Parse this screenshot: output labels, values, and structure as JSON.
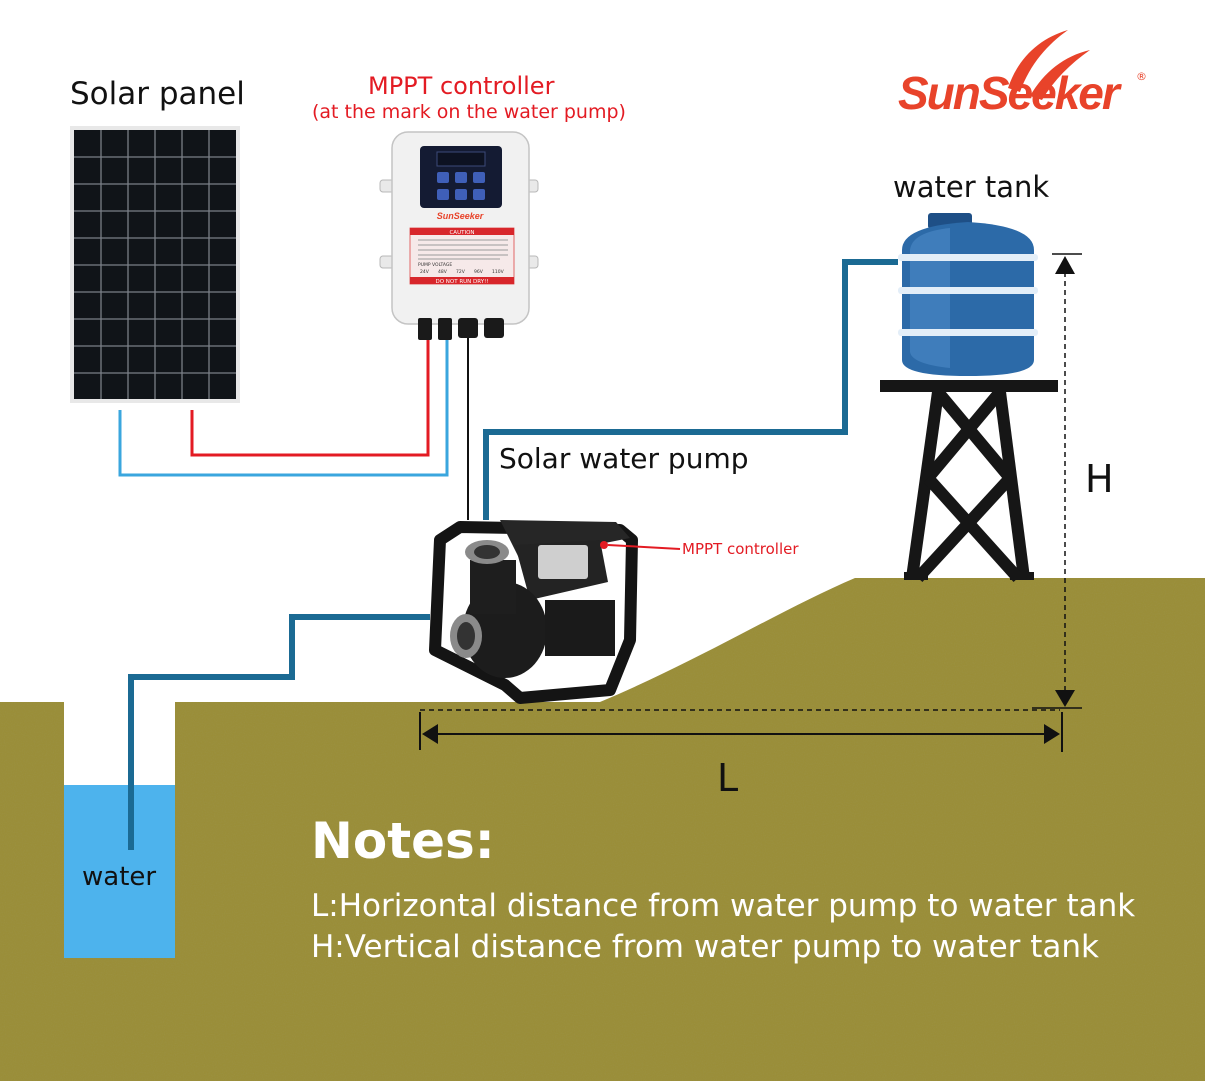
{
  "labels": {
    "solar_panel": "Solar panel",
    "mppt_title": "MPPT controller",
    "mppt_subtitle": "(at the mark on the water pump)",
    "water_tank": "water tank",
    "solar_water_pump": "Solar water pump",
    "mppt_small": "MPPT controller",
    "dim_h": "H",
    "dim_l": "L",
    "water": "water"
  },
  "brand": {
    "name": "SunSeeker",
    "registered": "®"
  },
  "controller_box": {
    "brand": "SunSeeker",
    "caution": "CAUTION",
    "pump_voltage": "PUMP VOLTAGE",
    "voltages": [
      "24V",
      "48V",
      "72V",
      "96V",
      "110V"
    ],
    "warning": "DO NOT RUN DRY!!"
  },
  "notes": {
    "title": "Notes:",
    "l_line": "L:Horizontal distance from water pump to water tank",
    "h_line": "H:Vertical distance from water pump to water tank"
  },
  "colors": {
    "ground": "#998c34",
    "water": "#4db3ed",
    "pipe": "#1b6a93",
    "wire_red": "#e31b23",
    "wire_blue": "#3aa6de",
    "accent_red": "#e31b23",
    "tank": "#2c6aa8"
  }
}
